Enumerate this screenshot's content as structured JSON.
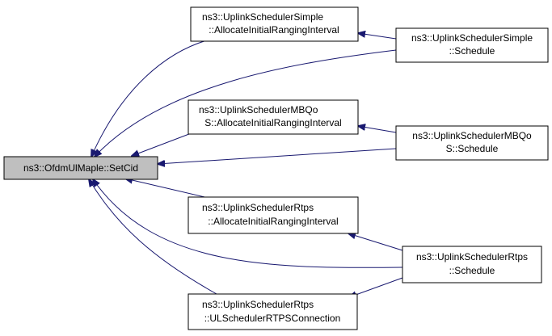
{
  "colors": {
    "edge": "#191970",
    "root_fill": "#bfbfbf",
    "node_fill": "#ffffff",
    "node_border": "#000000"
  },
  "nodes": {
    "root": {
      "lines": [
        "ns3::OfdmUlMaple::SetCid"
      ]
    },
    "simple_airi": {
      "lines": [
        "ns3::UplinkSchedulerSimple",
        "::AllocateInitialRangingInterval"
      ]
    },
    "simple_sched": {
      "lines": [
        "ns3::UplinkSchedulerSimple",
        "::Schedule"
      ]
    },
    "mbqos_airi": {
      "lines": [
        "ns3::UplinkSchedulerMBQo",
        "S::AllocateInitialRangingInterval"
      ]
    },
    "mbqos_sched": {
      "lines": [
        "ns3::UplinkSchedulerMBQo",
        "S::Schedule"
      ]
    },
    "rtps_airi": {
      "lines": [
        "ns3::UplinkSchedulerRtps",
        "::AllocateInitialRangingInterval"
      ]
    },
    "rtps_sched": {
      "lines": [
        "ns3::UplinkSchedulerRtps",
        "::Schedule"
      ]
    },
    "rtps_conn": {
      "lines": [
        "ns3::UplinkSchedulerRtps",
        "::ULSchedulerRTPSConnection"
      ]
    }
  }
}
